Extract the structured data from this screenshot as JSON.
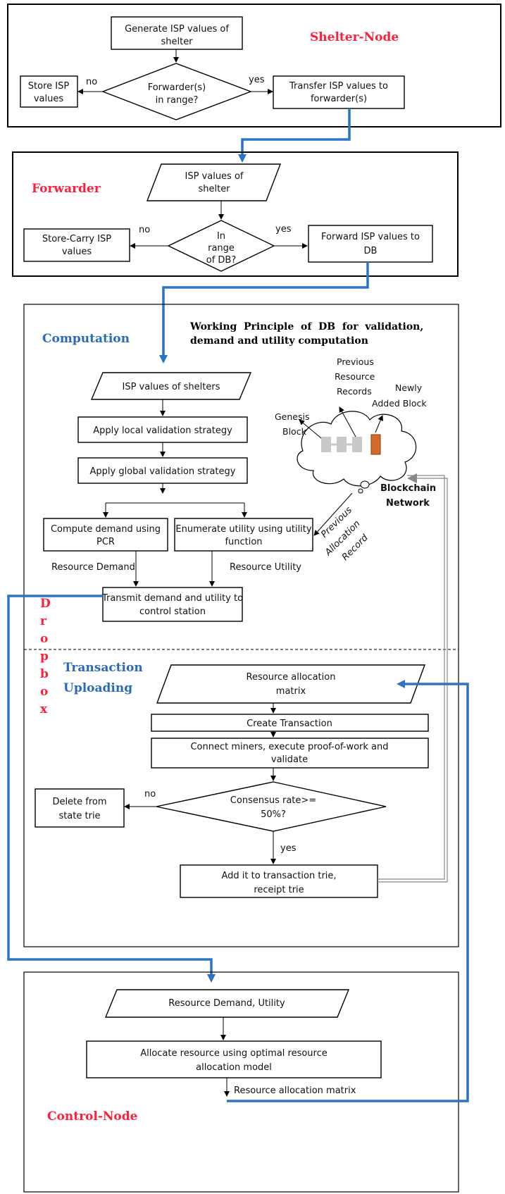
{
  "colors": {
    "title_red": "#ff1f3a",
    "title_blue": "#2a6ab8",
    "connector_blue": "#2e74c4"
  },
  "shelter": {
    "title": "Shelter-Node",
    "generate": [
      "Generate ISP values of",
      "shelter"
    ],
    "decision": [
      "Forwarder(s)",
      "in range?"
    ],
    "store": [
      "Store ISP",
      "values"
    ],
    "transfer": [
      "Transfer ISP values to",
      "forwarder(s)"
    ],
    "no": "no",
    "yes": "yes"
  },
  "forwarder": {
    "title": "Forwarder",
    "input": [
      "ISP values of",
      "shelter"
    ],
    "decision": [
      "In",
      "range",
      "of DB?"
    ],
    "store": [
      "Store-Carry ISP",
      "values"
    ],
    "forward": [
      "Forward ISP values to",
      "DB"
    ],
    "no": "no",
    "yes": "yes"
  },
  "db": {
    "title_computation": "Computation",
    "heading": [
      "Working  Principle  of  DB  for  validation,",
      "demand and utility computation"
    ],
    "input": "ISP values of shelters",
    "local": "Apply local validation strategy",
    "global": "Apply global validation strategy",
    "demand": [
      "Compute demand using",
      "PCR"
    ],
    "utility": [
      "Enumerate utility using utility",
      "function"
    ],
    "resource_demand": "Resource Demand",
    "resource_utility": "Resource Utility",
    "transmit": [
      "Transmit demand and utility to",
      "control station"
    ],
    "dropbox": [
      "D",
      "r",
      "o",
      "p",
      "b",
      "o",
      "x"
    ],
    "blockchain": {
      "previous_records": [
        "Previous",
        "Resource",
        "Records"
      ],
      "newly_added": [
        "Newly",
        "Added Block"
      ],
      "genesis": [
        "Genesis",
        "Block"
      ],
      "network": [
        "Blockchain",
        "Network"
      ],
      "allocation_record": [
        "Previous",
        "Allocation",
        "Record"
      ]
    },
    "title_transaction": [
      "Transaction",
      "Uploading"
    ],
    "matrix": [
      "Resource allocation",
      "matrix"
    ],
    "create": "Create Transaction",
    "connect": [
      "Connect miners, execute proof-of-work and",
      "validate"
    ],
    "consensus": [
      "Consensus rate>=",
      "50%?"
    ],
    "delete": [
      "Delete from",
      "state trie"
    ],
    "add": [
      "Add it to transaction trie,",
      "receipt trie"
    ],
    "no": "no",
    "yes": "yes"
  },
  "control": {
    "title": "Control-Node",
    "input": "Resource Demand, Utility",
    "allocate": [
      "Allocate resource using optimal resource",
      "allocation model"
    ],
    "matrix_label": "Resource allocation matrix"
  }
}
